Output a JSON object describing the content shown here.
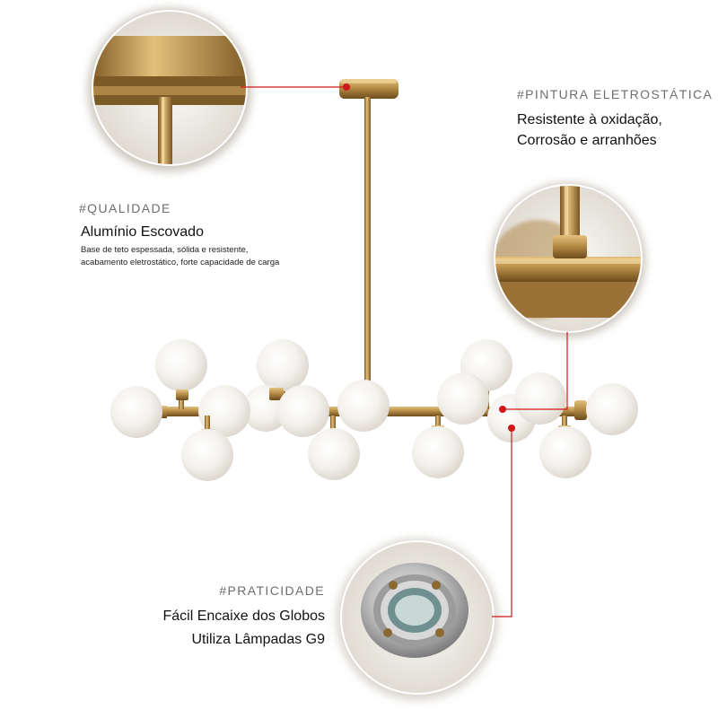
{
  "colors": {
    "accent_line": "#d01818",
    "brass": "#b08a44",
    "tag_text": "#6e6e6e",
    "heading_text": "#111111"
  },
  "sections": {
    "qualidade": {
      "tag": "#QUALIDADE",
      "heading": "Alumínio Escovado",
      "description_line1": "Base de teto espessada, sólida e resistente,",
      "description_line2": "acabamento eletrostático, forte capacidade de carga"
    },
    "pintura": {
      "tag": "#PINTURA ELETROSTÁTICA",
      "line1": "Resistente à oxidação,",
      "line2": "Corrosão e arranhões"
    },
    "praticidade": {
      "tag": "#PRATICIDADE",
      "line1": "Fácil Encaixe dos Globos",
      "line2": "Utiliza Lâmpadas G9"
    }
  },
  "product": {
    "globe_count": 16,
    "globe_color": "#f3f1ec"
  }
}
